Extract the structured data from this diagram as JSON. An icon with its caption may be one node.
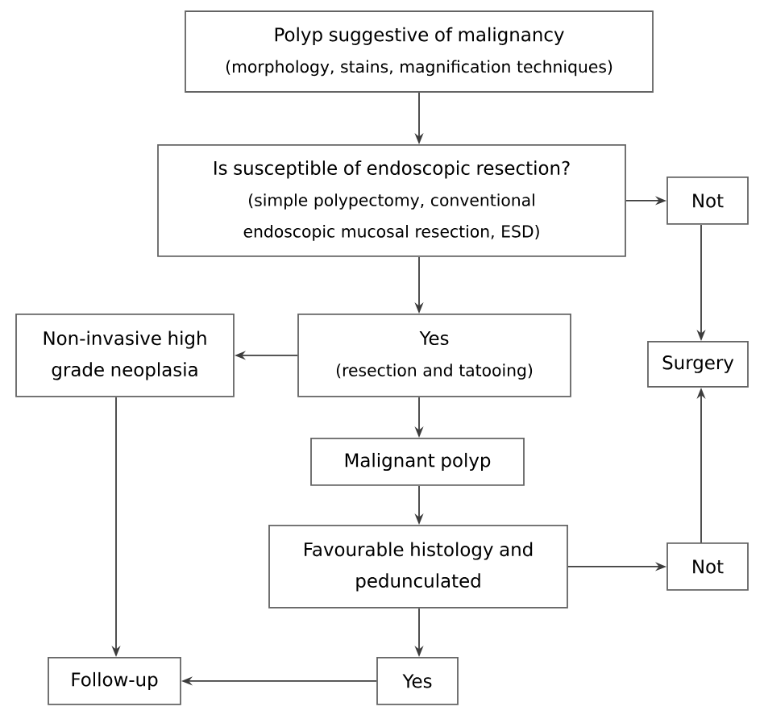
{
  "diagram": {
    "nodes": [
      {
        "text": [
          "Polyp suggestive of malignancy",
          "(morphology, stains, magnification techniques)"
        ]
      },
      {
        "text": [
          "Is susceptible of endoscopic resection?",
          "(simple polypectomy, conventional endoscopic mucosal resection, ESD)"
        ]
      },
      {
        "text": [
          "Not"
        ]
      },
      {
        "text": [
          "Non-invasive high grade neoplasia"
        ]
      },
      {
        "text": [
          "Yes",
          "(resection and tatooing)"
        ]
      },
      {
        "text": [
          "Surgery"
        ]
      },
      {
        "text": [
          "Malignant polyp"
        ]
      },
      {
        "text": [
          "Favourable histology and pedunculated"
        ]
      },
      {
        "text": [
          "Not"
        ]
      },
      {
        "text": [
          "Follow-up"
        ]
      },
      {
        "text": [
          "Yes"
        ]
      }
    ],
    "edges": [
      {
        "from": 0,
        "to": 1,
        "arrow": "to"
      },
      {
        "from": 1,
        "to": 2,
        "arrow": "to"
      },
      {
        "from": 2,
        "to": 5,
        "arrow": "to"
      },
      {
        "from": 1,
        "to": 4,
        "arrow": "to"
      },
      {
        "from": 4,
        "to": 3,
        "arrow": "to"
      },
      {
        "from": 4,
        "to": 6,
        "arrow": "to"
      },
      {
        "from": 6,
        "to": 7,
        "arrow": "to"
      },
      {
        "from": 7,
        "to": 8,
        "arrow": "to"
      },
      {
        "from": 8,
        "to": 5,
        "arrow": "to"
      },
      {
        "from": 3,
        "to": 9,
        "arrow": "to"
      },
      {
        "from": 7,
        "to": 10,
        "arrow": "to"
      },
      {
        "from": 10,
        "to": 9,
        "arrow": "to"
      }
    ]
  }
}
